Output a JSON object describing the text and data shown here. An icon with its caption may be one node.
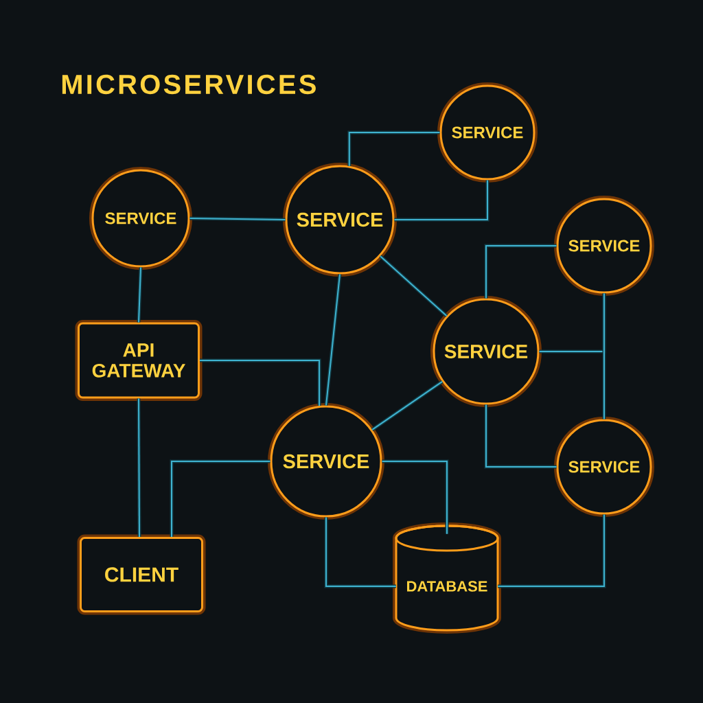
{
  "diagram": {
    "title": "MICROSERVICES",
    "nodes": [
      {
        "text": [
          "SERVICE"
        ]
      },
      {
        "text": [
          "SERVICE"
        ]
      },
      {
        "text": [
          "SERVICE"
        ]
      },
      {
        "text": [
          "SERVICE"
        ]
      },
      {
        "text": [
          "API GATEWAY"
        ]
      },
      {
        "text": [
          "SERVICE"
        ]
      },
      {
        "text": [
          "SERVICE"
        ]
      },
      {
        "text": [
          "SERVICE"
        ]
      },
      {
        "text": [
          "CLIENT"
        ]
      },
      {
        "text": [
          "DATABASE"
        ]
      }
    ],
    "edges": [
      {
        "from": 0,
        "to": 1,
        "arrow": "none"
      },
      {
        "from": 1,
        "to": 2,
        "arrow": "none"
      },
      {
        "from": 1,
        "to": 2,
        "arrow": "none"
      },
      {
        "from": 1,
        "to": 5,
        "arrow": "none"
      },
      {
        "from": 1,
        "to": 6,
        "arrow": "none"
      },
      {
        "from": 0,
        "to": 4,
        "arrow": "none"
      },
      {
        "from": 4,
        "to": 6,
        "arrow": "none"
      },
      {
        "from": 4,
        "to": 8,
        "arrow": "none"
      },
      {
        "from": 6,
        "to": 8,
        "arrow": "none"
      },
      {
        "from": 6,
        "to": 5,
        "arrow": "none"
      },
      {
        "from": 5,
        "to": 3,
        "arrow": "none"
      },
      {
        "from": 5,
        "to": 3,
        "arrow": "none"
      },
      {
        "from": 3,
        "to": 7,
        "arrow": "none"
      },
      {
        "from": 5,
        "to": 7,
        "arrow": "none"
      },
      {
        "from": 6,
        "to": 9,
        "arrow": "none"
      },
      {
        "from": 6,
        "to": 9,
        "arrow": "none"
      },
      {
        "from": 7,
        "to": 9,
        "arrow": "none"
      }
    ]
  }
}
